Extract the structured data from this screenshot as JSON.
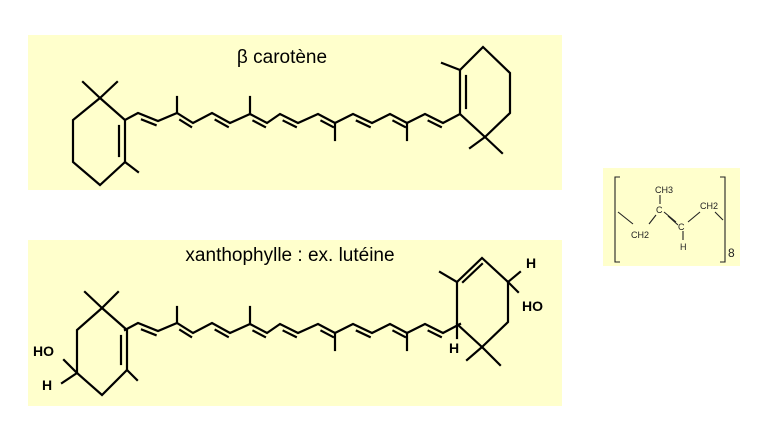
{
  "molecules": [
    {
      "title": "β carotène"
    },
    {
      "title": "xanthophylle : ex. lutéine",
      "labels": {
        "ho_left": "HO",
        "h_left": "H",
        "h_right_top": "H",
        "ho_right": "HO",
        "h_right_bottom": "H"
      }
    }
  ],
  "repeat_unit": {
    "ch3": "CH3",
    "ch2_left": "CH2",
    "ch2_right": "CH2",
    "c1": "C",
    "c2": "C",
    "h": "H",
    "subscript": "8"
  },
  "colors": {
    "panel": "#ffffcc",
    "ink": "#000000"
  }
}
